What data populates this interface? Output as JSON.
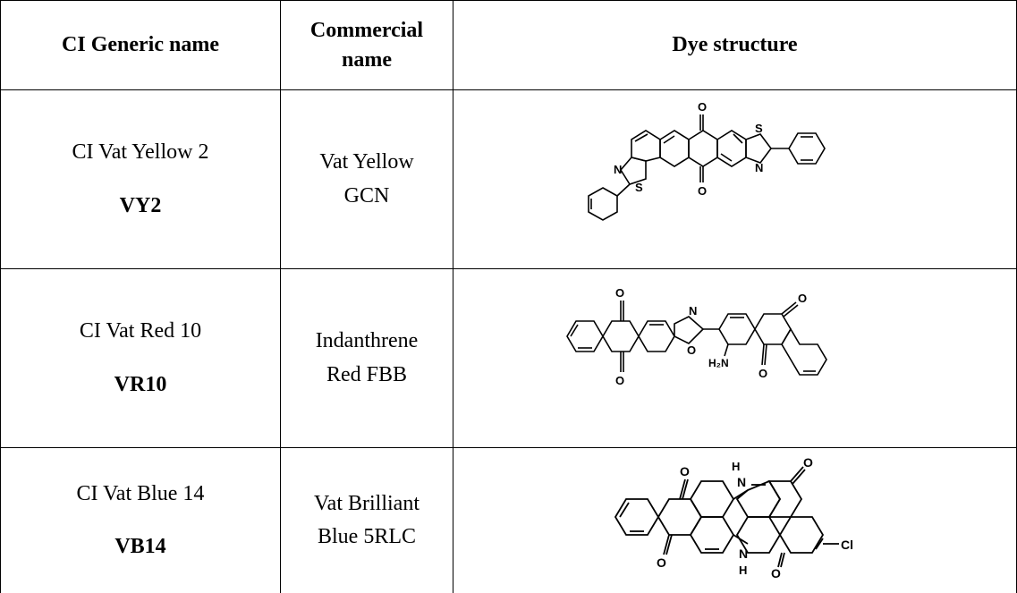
{
  "headers": {
    "generic": "CI Generic name",
    "commercial_line1": "Commercial",
    "commercial_line2": "name",
    "structure": "Dye structure"
  },
  "rows": [
    {
      "generic_name": "CI Vat Yellow 2",
      "code": "VY2",
      "commercial_line1": "Vat Yellow",
      "commercial_line2": "GCN",
      "atoms": {
        "o": "O",
        "s": "S",
        "n": "N"
      }
    },
    {
      "generic_name": "CI Vat Red 10",
      "code": "VR10",
      "commercial_line1": "Indanthrene",
      "commercial_line2": "Red FBB",
      "atoms": {
        "o": "O",
        "n": "N",
        "amine": "H₂N"
      }
    },
    {
      "generic_name": "CI Vat Blue 14",
      "code": "VB14",
      "commercial_line1": "Vat Brilliant",
      "commercial_line2": "Blue 5RLC",
      "atoms": {
        "o": "O",
        "n": "N",
        "h": "H",
        "cl": "Cl"
      }
    }
  ]
}
